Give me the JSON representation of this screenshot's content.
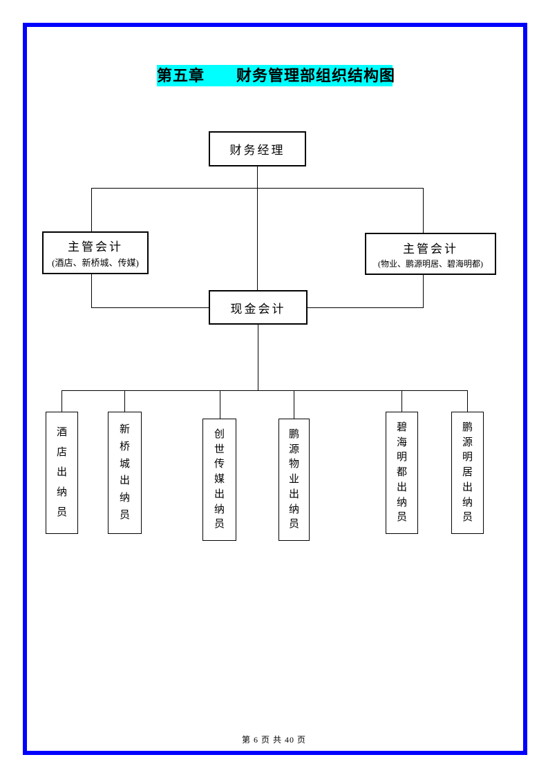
{
  "document": {
    "title": "第五章　　财务管理部组织结构图",
    "footer": "第 6 页 共 40 页"
  },
  "colors": {
    "page_border": "#0000ff",
    "title_highlight": "#00ffff",
    "box_border": "#000000",
    "connector": "#000000"
  },
  "chart_data": {
    "type": "org-chart",
    "title": "财务管理部组织结构图",
    "root": {
      "label": "财务经理"
    },
    "supervisors": [
      {
        "label": "主管会计",
        "scope": "(酒店、新桥城、传媒)"
      },
      {
        "label": "主管会计",
        "scope": "(物业、鹏源明居、碧海明都)"
      }
    ],
    "cash_accountant": {
      "label": "现金会计"
    },
    "cashiers": [
      {
        "label": "酒店出纳员"
      },
      {
        "label": "新桥城出纳员"
      },
      {
        "label": "创世传媒出纳员"
      },
      {
        "label": "鹏源物业出纳员"
      },
      {
        "label": "碧海明都出纳员"
      },
      {
        "label": "鹏源明居出纳员"
      }
    ],
    "edges": [
      {
        "from": "财务经理",
        "to": "主管会计 (酒店、新桥城、传媒)"
      },
      {
        "from": "财务经理",
        "to": "主管会计 (物业、鹏源明居、碧海明都)"
      },
      {
        "from": "财务经理",
        "to": "现金会计"
      },
      {
        "from": "主管会计 (酒店、新桥城、传媒)",
        "to": "现金会计"
      },
      {
        "from": "主管会计 (物业、鹏源明居、碧海明都)",
        "to": "现金会计"
      },
      {
        "from": "现金会计",
        "to": "酒店出纳员"
      },
      {
        "from": "现金会计",
        "to": "新桥城出纳员"
      },
      {
        "from": "现金会计",
        "to": "创世传媒出纳员"
      },
      {
        "from": "现金会计",
        "to": "鹏源物业出纳员"
      },
      {
        "from": "现金会计",
        "to": "碧海明都出纳员"
      },
      {
        "from": "现金会计",
        "to": "鹏源明居出纳员"
      }
    ]
  }
}
